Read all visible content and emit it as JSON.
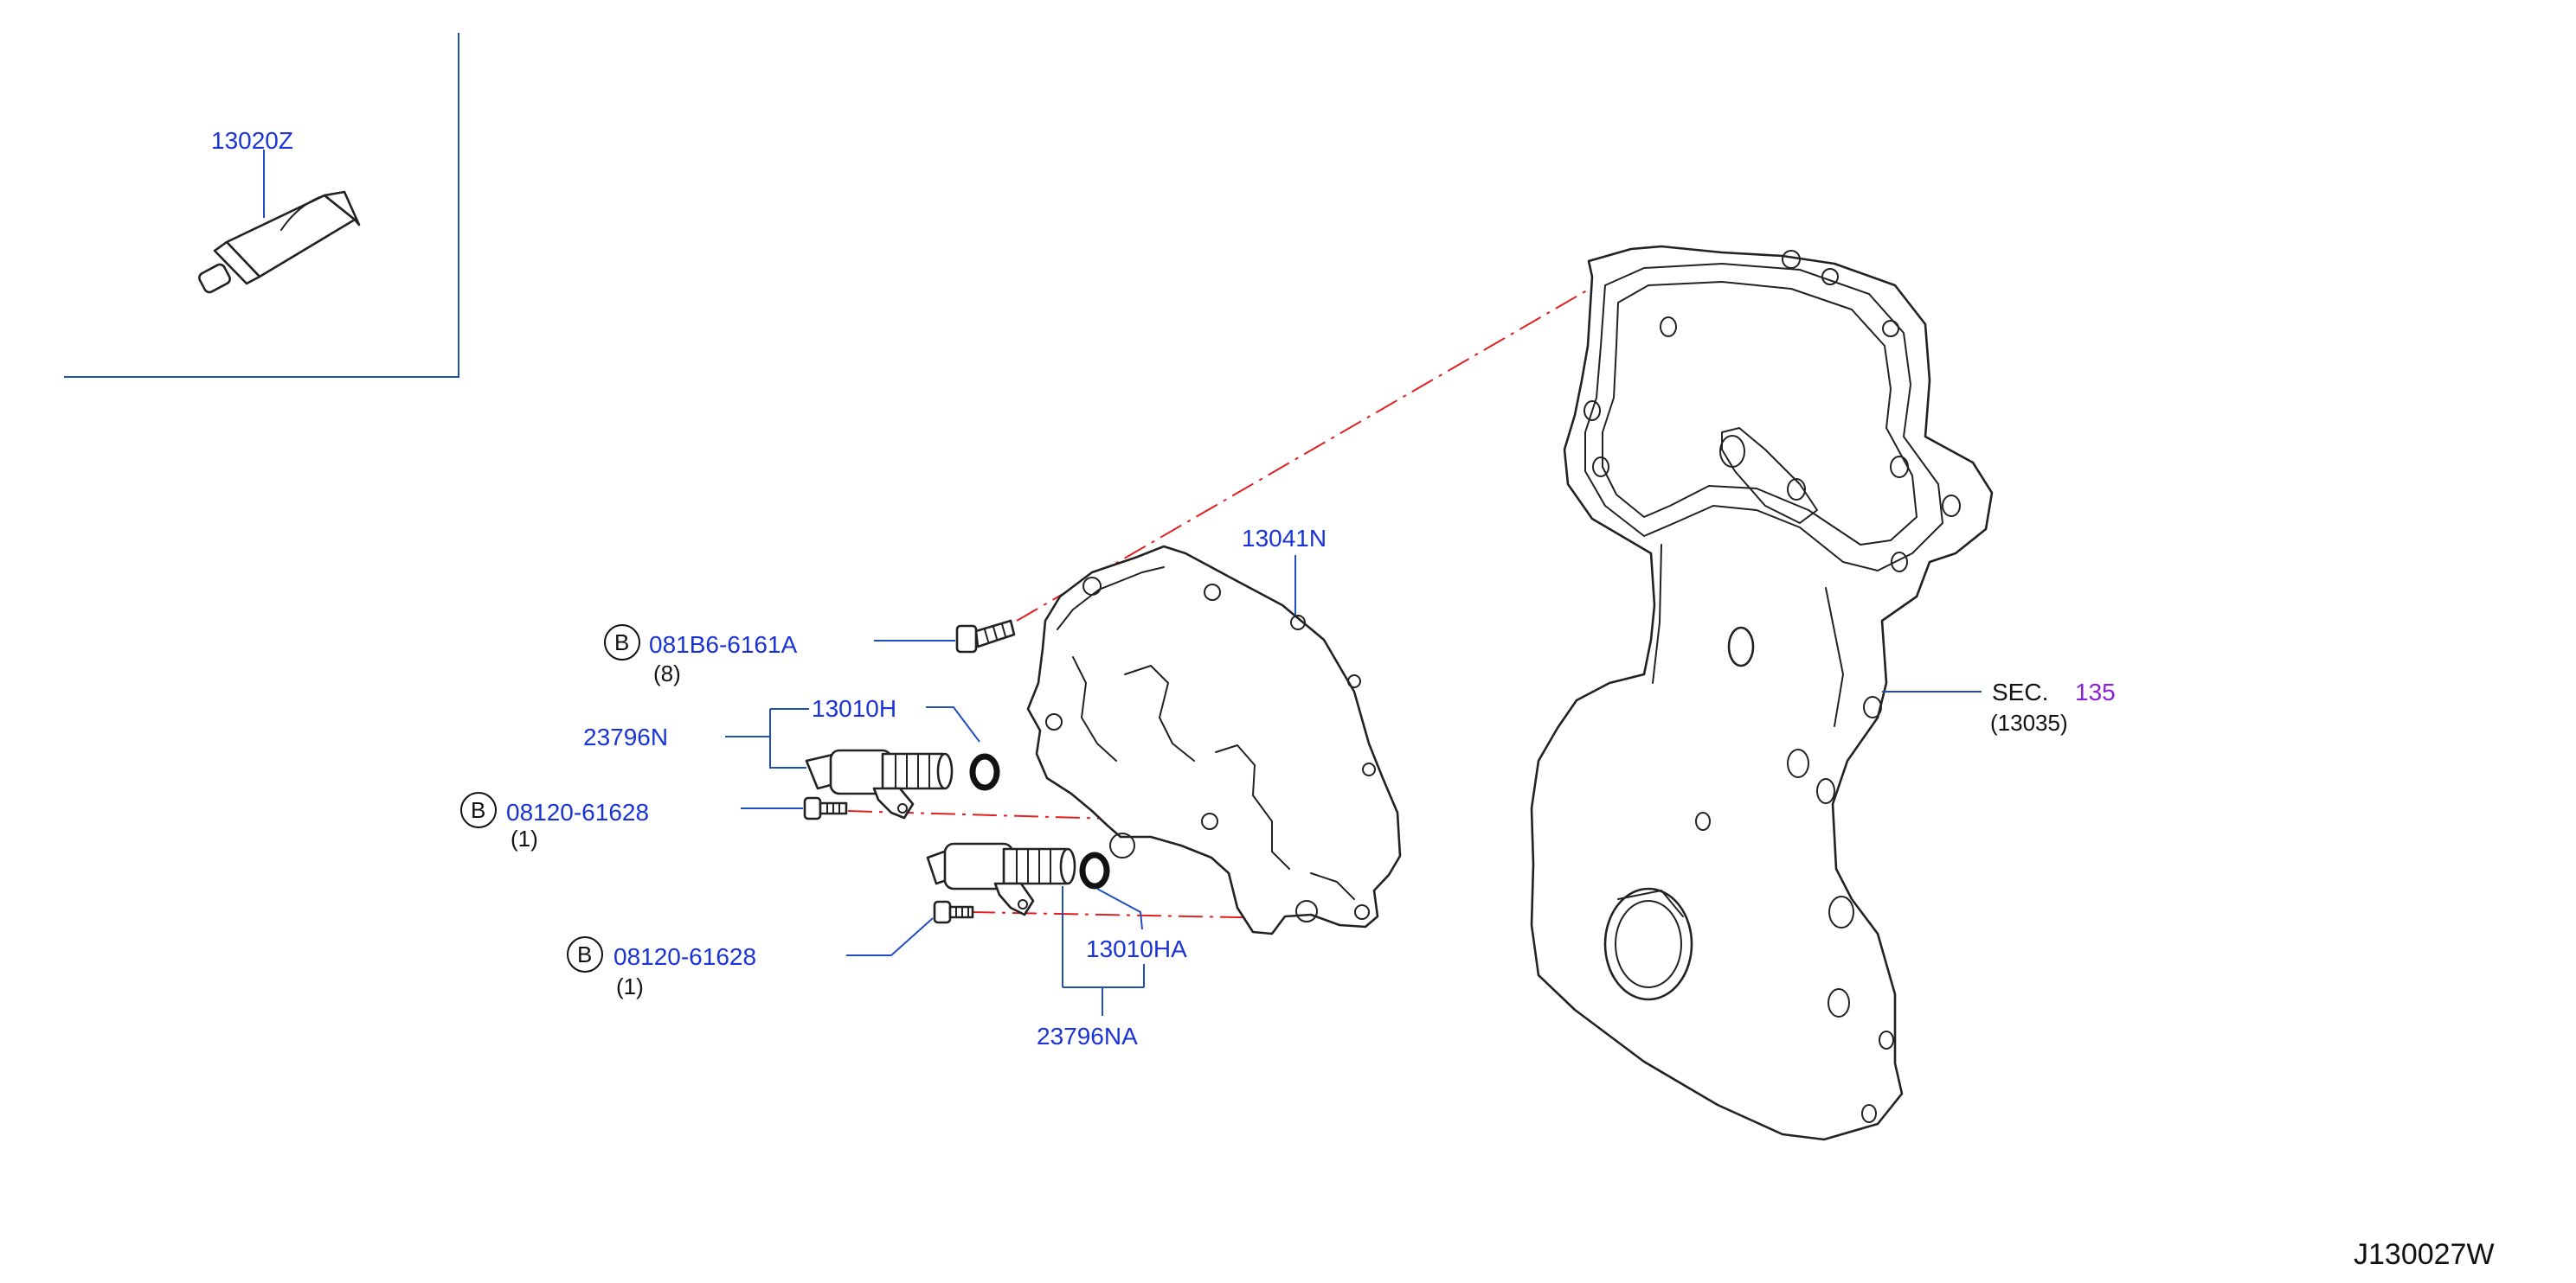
{
  "parts": {
    "sealant": "13020Z",
    "chain_case": "13041N",
    "bolt_main": "081B6-6161A",
    "bolt_main_qty": "(8)",
    "bolt_prefix": "B",
    "oring_upper": "13010H",
    "valve_upper": "23796N",
    "bolt_small_upper": "08120-61628",
    "bolt_small_upper_qty": "(1)",
    "bolt_small_lower": "08120-61628",
    "bolt_small_lower_qty": "(1)",
    "oring_lower": "13010HA",
    "valve_lower": "23796NA"
  },
  "section_ref": {
    "label": "SEC.",
    "number": "135",
    "sub": "(13035)"
  },
  "diagram_code": "J130027W",
  "colors": {
    "label_blue": "#1a33d6",
    "leader_blue": "#1f4fbf",
    "section_purple": "#8a1fd6",
    "centerline_red": "#e02020"
  }
}
